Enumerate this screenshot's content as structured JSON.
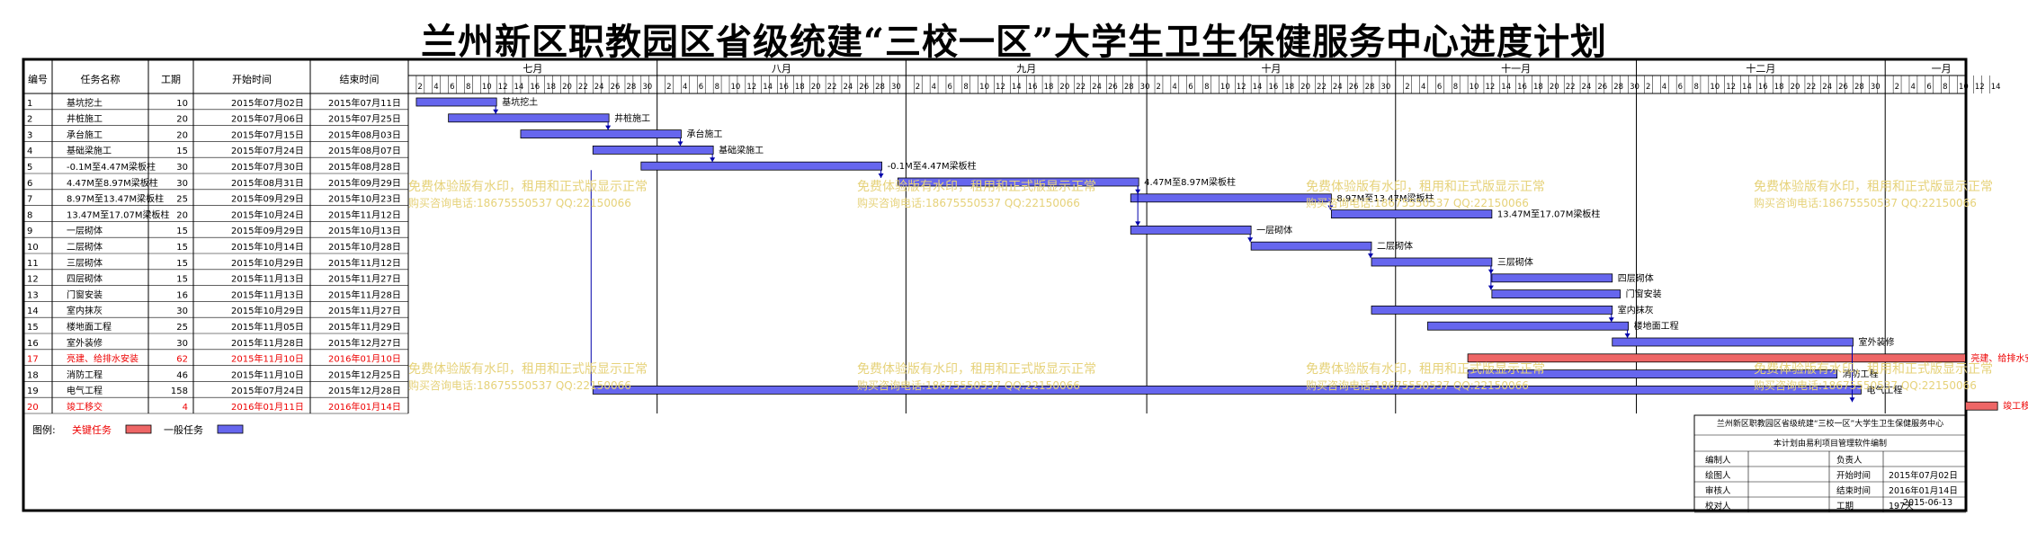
{
  "title": "兰州新区职教园区省级统建“三校一区”大学生卫生保健服务中心进度计划",
  "columns": {
    "no": "编号",
    "name": "任务名称",
    "dur": "工期",
    "start": "开始时间",
    "end": "结束时间"
  },
  "months": [
    {
      "label": "七月",
      "start_day": 1,
      "days": 31
    },
    {
      "label": "八月",
      "start_day": 1,
      "days": 31
    },
    {
      "label": "九月",
      "start_day": 1,
      "days": 30
    },
    {
      "label": "十月",
      "start_day": 1,
      "days": 31
    },
    {
      "label": "十一月",
      "start_day": 1,
      "days": 30
    },
    {
      "label": "十二月",
      "start_day": 1,
      "days": 31
    },
    {
      "label": "一月",
      "start_day": 1,
      "days": 14
    }
  ],
  "tasks": [
    {
      "no": "1",
      "name": "基坑挖土",
      "dur": "10",
      "start": "2015年07月02日",
      "end": "2015年07月11日",
      "s": 2,
      "e": 11,
      "critical": false,
      "label": "基坑挖土"
    },
    {
      "no": "2",
      "name": "井桩施工",
      "dur": "20",
      "start": "2015年07月06日",
      "end": "2015年07月25日",
      "s": 6,
      "e": 25,
      "critical": false,
      "label": "井桩施工"
    },
    {
      "no": "3",
      "name": "承台施工",
      "dur": "20",
      "start": "2015年07月15日",
      "end": "2015年08月03日",
      "s": 15,
      "e": 34,
      "critical": false,
      "label": "承台施工"
    },
    {
      "no": "4",
      "name": "基础梁施工",
      "dur": "15",
      "start": "2015年07月24日",
      "end": "2015年08月07日",
      "s": 24,
      "e": 38,
      "critical": false,
      "label": "基础梁施工"
    },
    {
      "no": "5",
      "name": "-0.1M至4.47M梁板柱",
      "dur": "30",
      "start": "2015年07月30日",
      "end": "2015年08月28日",
      "s": 30,
      "e": 59,
      "critical": false,
      "label": "-0.1M至4.47M梁板柱"
    },
    {
      "no": "6",
      "name": "4.47M至8.97M梁板柱",
      "dur": "30",
      "start": "2015年08月31日",
      "end": "2015年09月29日",
      "s": 62,
      "e": 91,
      "critical": false,
      "label": "4.47M至8.97M梁板柱"
    },
    {
      "no": "7",
      "name": "8.97M至13.47M梁板柱",
      "dur": "25",
      "start": "2015年09月29日",
      "end": "2015年10月23日",
      "s": 91,
      "e": 115,
      "critical": false,
      "label": "8.97M至13.47M梁板柱"
    },
    {
      "no": "8",
      "name": "13.47M至17.07M梁板柱",
      "dur": "20",
      "start": "2015年10月24日",
      "end": "2015年11月12日",
      "s": 116,
      "e": 135,
      "critical": false,
      "label": "13.47M至17.07M梁板柱"
    },
    {
      "no": "9",
      "name": "一层砌体",
      "dur": "15",
      "start": "2015年09月29日",
      "end": "2015年10月13日",
      "s": 91,
      "e": 105,
      "critical": false,
      "label": "一层砌体"
    },
    {
      "no": "10",
      "name": "二层砌体",
      "dur": "15",
      "start": "2015年10月14日",
      "end": "2015年10月28日",
      "s": 106,
      "e": 120,
      "critical": false,
      "label": "二层砌体"
    },
    {
      "no": "11",
      "name": "三层砌体",
      "dur": "15",
      "start": "2015年10月29日",
      "end": "2015年11月12日",
      "s": 121,
      "e": 135,
      "critical": false,
      "label": "三层砌体"
    },
    {
      "no": "12",
      "name": "四层砌体",
      "dur": "15",
      "start": "2015年11月13日",
      "end": "2015年11月27日",
      "s": 136,
      "e": 150,
      "critical": false,
      "label": "四层砌体"
    },
    {
      "no": "13",
      "name": "门窗安装",
      "dur": "16",
      "start": "2015年11月13日",
      "end": "2015年11月28日",
      "s": 136,
      "e": 151,
      "critical": false,
      "label": "门窗安装"
    },
    {
      "no": "14",
      "name": "室内抹灰",
      "dur": "30",
      "start": "2015年10月29日",
      "end": "2015年11月27日",
      "s": 121,
      "e": 150,
      "critical": false,
      "label": "室内抹灰"
    },
    {
      "no": "15",
      "name": "楼地面工程",
      "dur": "25",
      "start": "2015年11月05日",
      "end": "2015年11月29日",
      "s": 128,
      "e": 152,
      "critical": false,
      "label": "楼地面工程"
    },
    {
      "no": "16",
      "name": "室外装修",
      "dur": "30",
      "start": "2015年11月28日",
      "end": "2015年12月27日",
      "s": 151,
      "e": 180,
      "critical": false,
      "label": "室外装修"
    },
    {
      "no": "17",
      "name": "亮建、给排水安装",
      "dur": "62",
      "start": "2015年11月10日",
      "end": "2016年01月10日",
      "s": 133,
      "e": 194,
      "critical": true,
      "label": "亮建、给排水安装"
    },
    {
      "no": "18",
      "name": "消防工程",
      "dur": "46",
      "start": "2015年11月10日",
      "end": "2015年12月25日",
      "s": 133,
      "e": 178,
      "critical": false,
      "label": "消防工程"
    },
    {
      "no": "19",
      "name": "电气工程",
      "dur": "158",
      "start": "2015年07月24日",
      "end": "2015年12月28日",
      "s": 24,
      "e": 181,
      "critical": false,
      "label": "电气工程"
    },
    {
      "no": "20",
      "name": "竣工移交",
      "dur": "4",
      "start": "2016年01月11日",
      "end": "2016年01月14日",
      "s": 195,
      "e": 198,
      "critical": true,
      "label": "竣工移交"
    }
  ],
  "legend": {
    "title": "图例:",
    "critical": "关键任务",
    "normal": "一般任务"
  },
  "watermark": {
    "line1": "免费体验版有水印，租用和正式版显示正常",
    "line2": "购买咨询电话:18675550537 QQ:22150066"
  },
  "info": {
    "project": "兰州新区职教园区省级统建“三校一区”大学生卫生保健服务中心",
    "software": "本计划由易利项目管理软件编制",
    "rows": [
      {
        "k1": "编制人",
        "v1": "",
        "k2": "负责人",
        "v2": ""
      },
      {
        "k1": "绘图人",
        "v1": "",
        "k2": "开始时间",
        "v2": "2015年07月02日"
      },
      {
        "k1": "审核人",
        "v1": "",
        "k2": "结束时间",
        "v2": "2016年01月14日"
      },
      {
        "k1": "校对人",
        "v1": "",
        "k2": "工期",
        "v2": "197天"
      }
    ],
    "date": "2015-06-13"
  },
  "colors": {
    "normal": "#6666ee",
    "critical": "#ee6666",
    "watermark": "#e6d27a",
    "critical_text": "#ee0000"
  }
}
